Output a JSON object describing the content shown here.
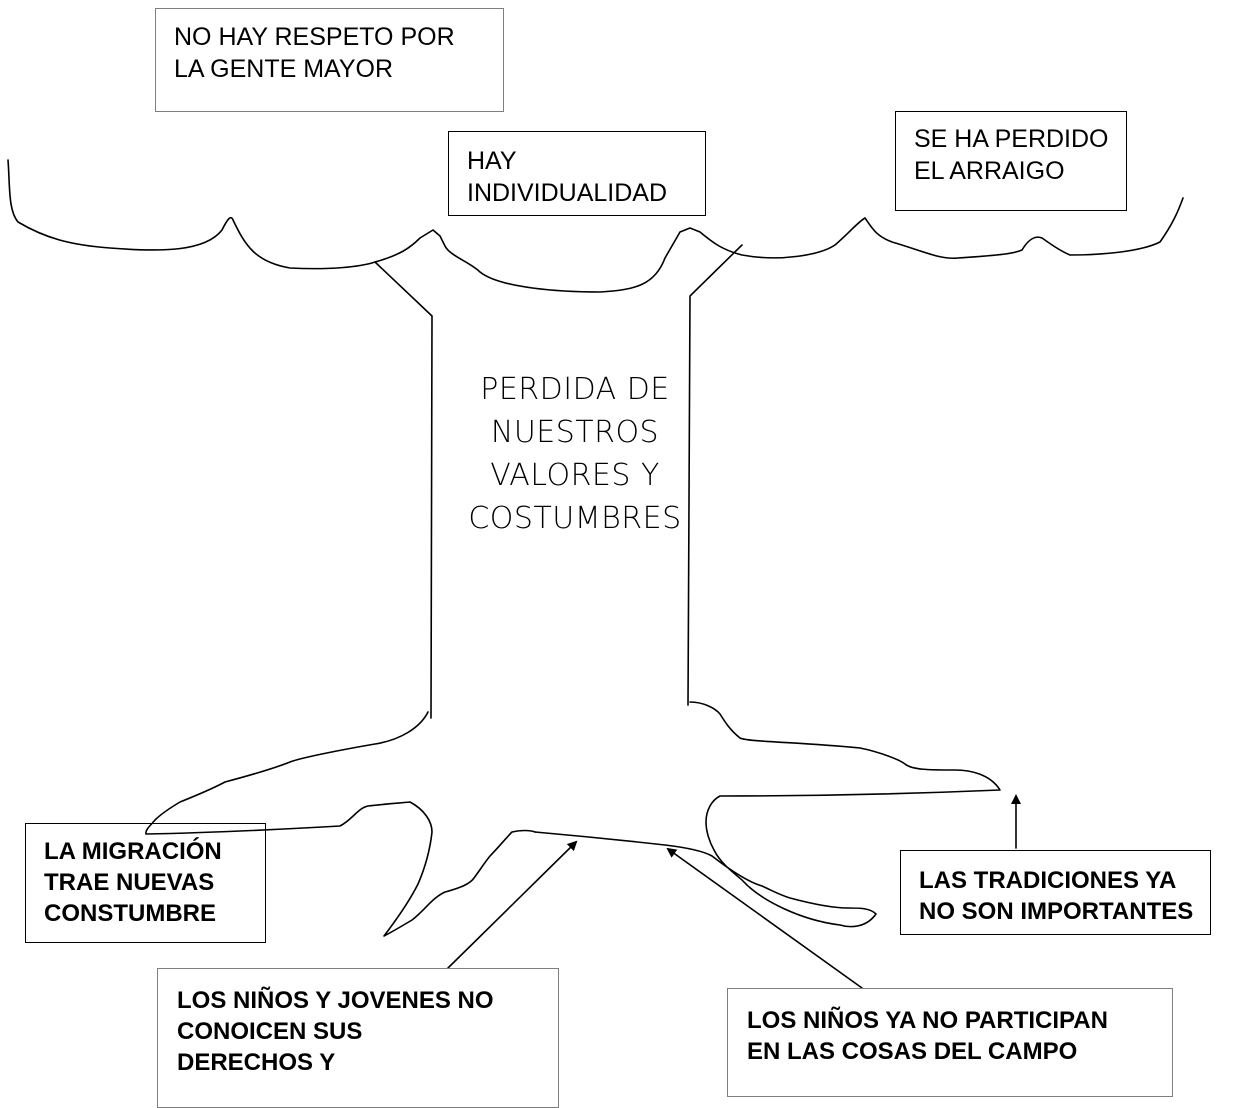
{
  "trunk": {
    "title_lines": [
      "PERDIDA DE",
      "NUESTROS",
      "VALORES Y",
      "COSTUMBRES"
    ]
  },
  "effects": {
    "respeto": [
      "NO HAY RESPETO POR",
      "LA GENTE MAYOR"
    ],
    "individualidad": [
      "HAY",
      "INDIVIDUALIDAD"
    ],
    "arraigo": [
      "SE HA PERDIDO",
      "EL ARRAIGO"
    ]
  },
  "causes": {
    "migracion": [
      "LA MIGRACIÓN",
      "TRAE NUEVAS",
      "CONSTUMBRE"
    ],
    "tradiciones": [
      "LAS  TRADICIONES YA",
      "NO SON IMPORTANTES"
    ],
    "derechos": [
      "LOS NIÑOS Y JOVENES NO",
      "CONOICEN SUS",
      "DERECHOS Y"
    ],
    "campo": [
      "LOS NIÑOS YA NO PARTICIPAN",
      "EN LAS COSAS DEL CAMPO"
    ]
  },
  "colors": {
    "stroke": "#000000",
    "grey_border": "#7f7f7f"
  }
}
